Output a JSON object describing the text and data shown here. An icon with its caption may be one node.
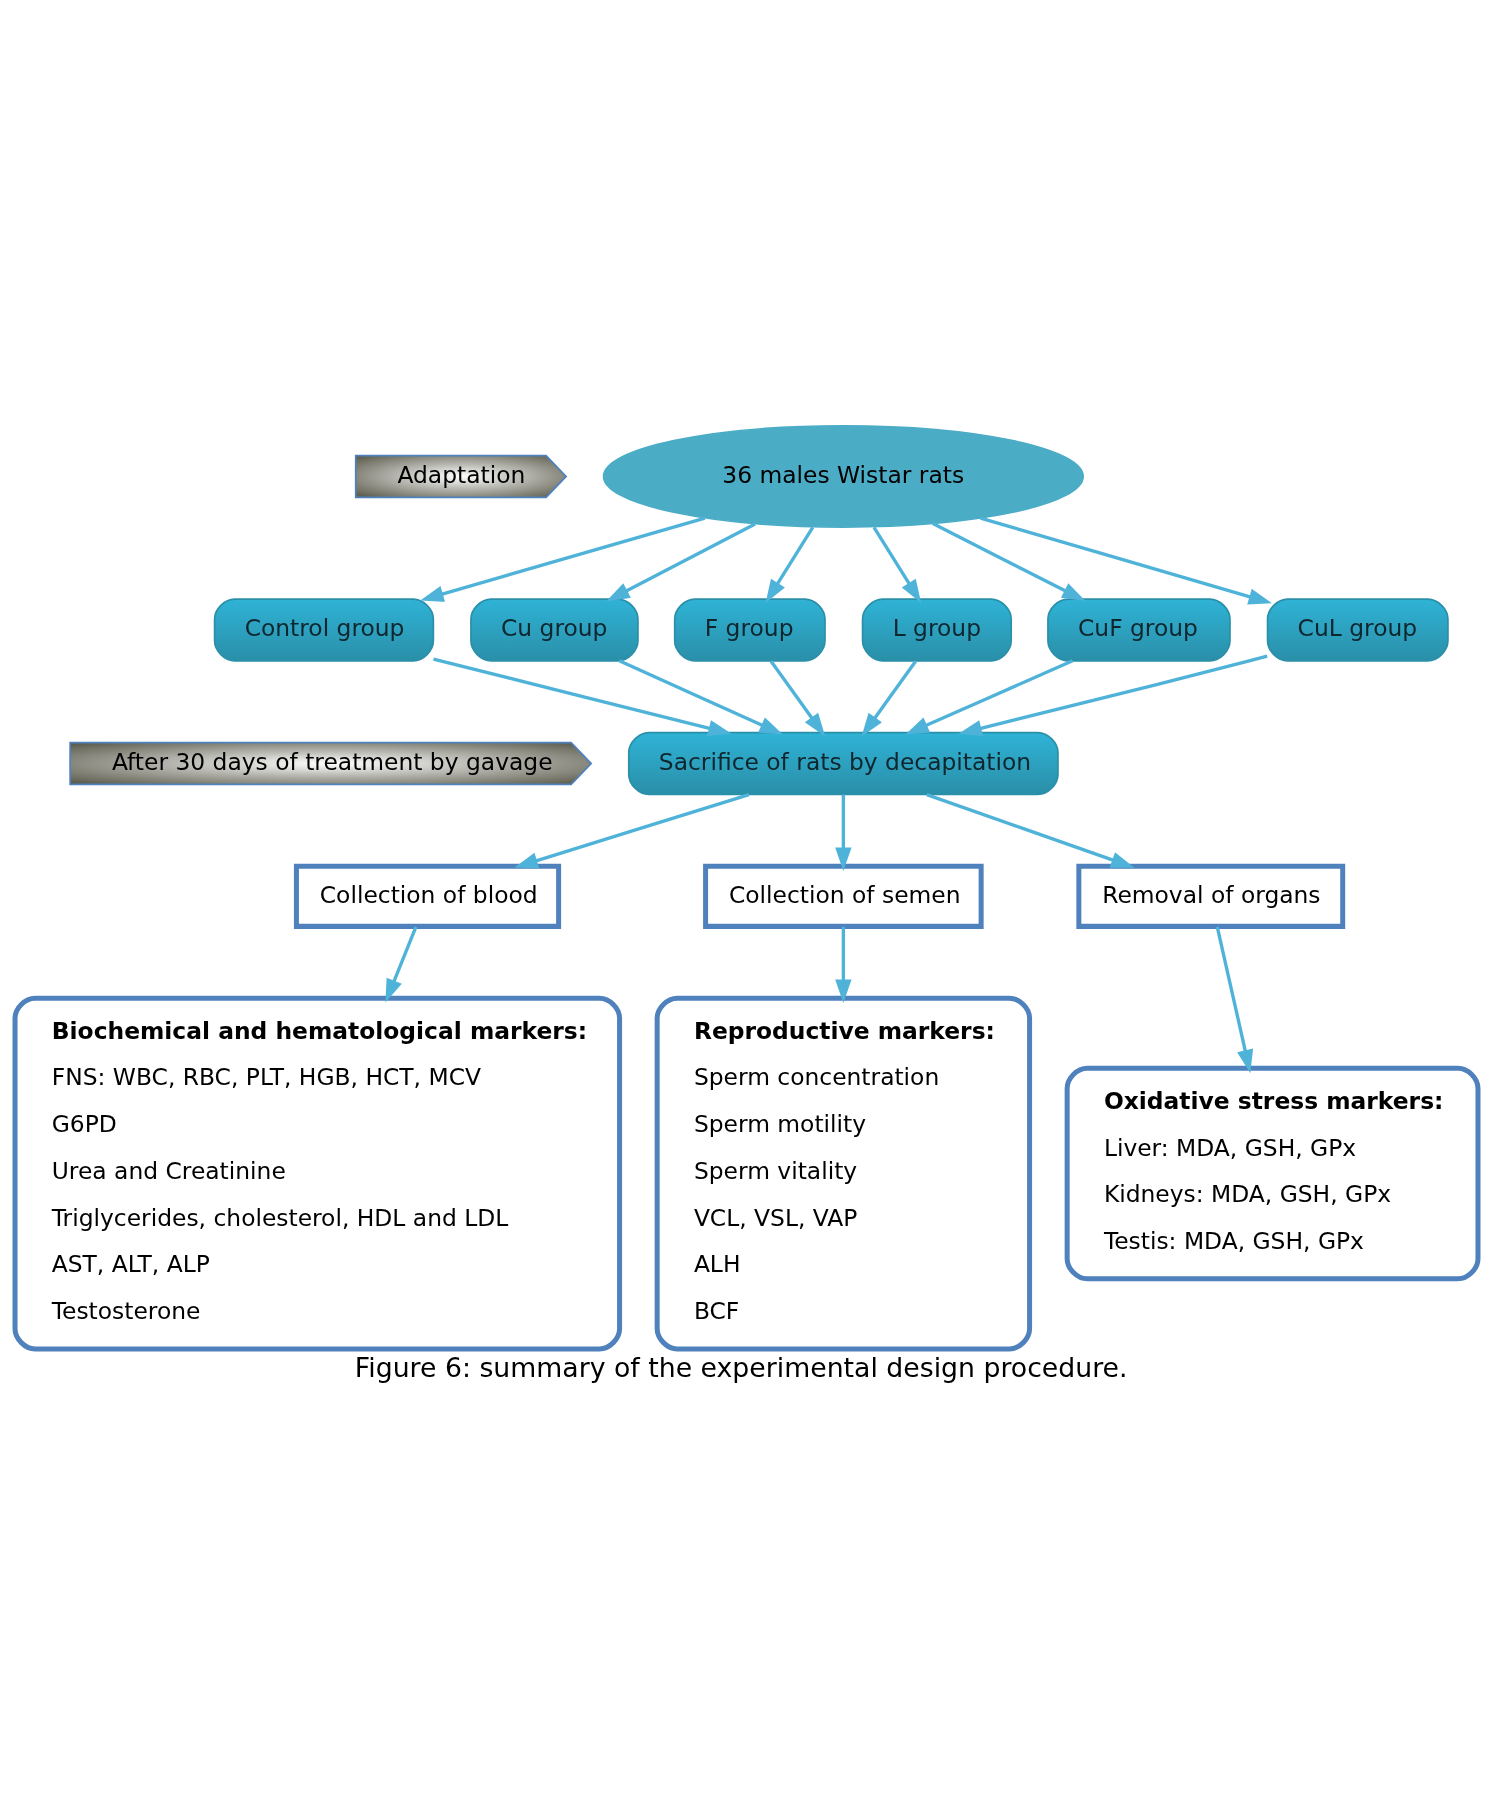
{
  "diagram": {
    "caption": "Figure 6: summary of the experimental design procedure.",
    "nodes": [
      {
        "text": [
          "36 males Wistar rats"
        ]
      },
      {
        "text": [
          "Adaptation"
        ]
      },
      {
        "text": [
          "Control group"
        ]
      },
      {
        "text": [
          "Cu group"
        ]
      },
      {
        "text": [
          "F group"
        ]
      },
      {
        "text": [
          "L group"
        ]
      },
      {
        "text": [
          "CuF group"
        ]
      },
      {
        "text": [
          "CuL group"
        ]
      },
      {
        "text": [
          "After 30 days of treatment by gavage"
        ]
      },
      {
        "text": [
          "Sacrifice of rats by decapitation"
        ]
      },
      {
        "text": [
          "Collection of blood"
        ]
      },
      {
        "text": [
          "Collection of semen"
        ]
      },
      {
        "text": [
          "Removal of organs"
        ]
      },
      {
        "text": [
          "Biochemical and hematological markers:",
          "FNS: WBC, RBC, PLT, HGB, HCT, MCV",
          "G6PD",
          "Urea and Creatinine",
          "Triglycerides, cholesterol, HDL and LDL",
          "AST, ALT, ALP",
          "Testosterone"
        ]
      },
      {
        "text": [
          "Reproductive markers:",
          "Sperm concentration",
          "Sperm motility",
          "Sperm vitality",
          "VCL, VSL, VAP",
          "ALH",
          "BCF"
        ]
      },
      {
        "text": [
          "Oxidative stress markers:",
          "Liver: MDA, GSH, GPx",
          "Kidneys: MDA, GSH, GPx",
          "Testis: MDA, GSH, GPx"
        ]
      }
    ],
    "edges": [
      {
        "from": 0,
        "to": 2,
        "arrow": "to"
      },
      {
        "from": 0,
        "to": 3,
        "arrow": "to"
      },
      {
        "from": 0,
        "to": 4,
        "arrow": "to"
      },
      {
        "from": 0,
        "to": 5,
        "arrow": "to"
      },
      {
        "from": 0,
        "to": 6,
        "arrow": "to"
      },
      {
        "from": 0,
        "to": 7,
        "arrow": "to"
      },
      {
        "from": 2,
        "to": 9,
        "arrow": "to"
      },
      {
        "from": 3,
        "to": 9,
        "arrow": "to"
      },
      {
        "from": 4,
        "to": 9,
        "arrow": "to"
      },
      {
        "from": 5,
        "to": 9,
        "arrow": "to"
      },
      {
        "from": 6,
        "to": 9,
        "arrow": "to"
      },
      {
        "from": 7,
        "to": 9,
        "arrow": "to"
      },
      {
        "from": 9,
        "to": 10,
        "arrow": "to"
      },
      {
        "from": 9,
        "to": 11,
        "arrow": "to"
      },
      {
        "from": 9,
        "to": 12,
        "arrow": "to"
      },
      {
        "from": 10,
        "to": 13,
        "arrow": "to"
      },
      {
        "from": 11,
        "to": 14,
        "arrow": "to"
      },
      {
        "from": 12,
        "to": 15,
        "arrow": "to"
      }
    ]
  }
}
